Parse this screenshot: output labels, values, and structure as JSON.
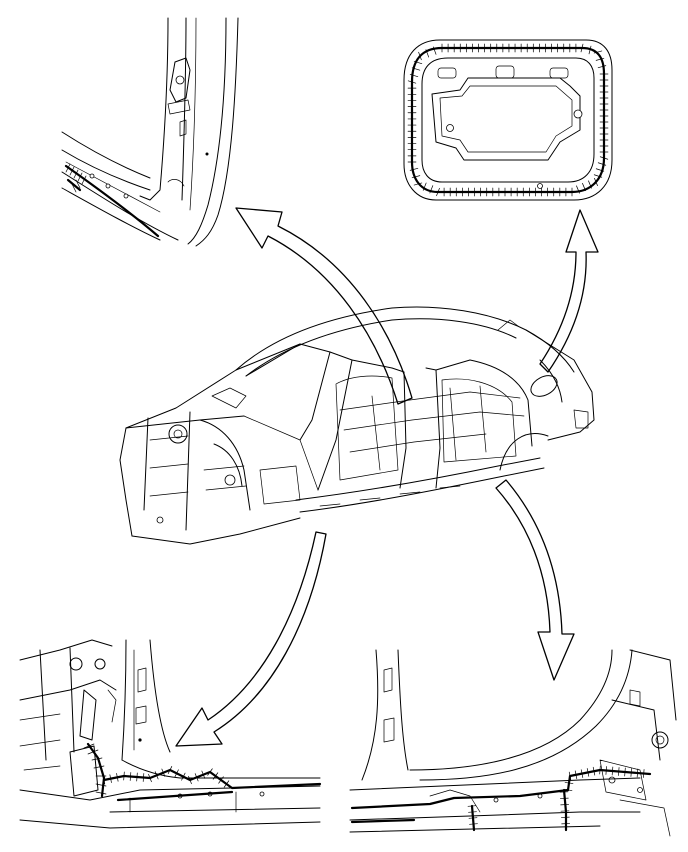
{
  "figure": {
    "stroke_color": "#000000",
    "background_color": "#ffffff",
    "detail_views": [
      {
        "id": "a-pillar-roof-rail",
        "icon": "a-pillar-detail-view"
      },
      {
        "id": "fuel-filler-door",
        "icon": "fuel-lid-detail-view"
      },
      {
        "id": "front-rocker-panel",
        "icon": "front-rocker-detail-view"
      },
      {
        "id": "rear-rocker-panel",
        "icon": "rear-rocker-detail-view"
      }
    ],
    "main_view": {
      "icon": "car-body-in-white"
    },
    "callout_arrows": 4
  }
}
